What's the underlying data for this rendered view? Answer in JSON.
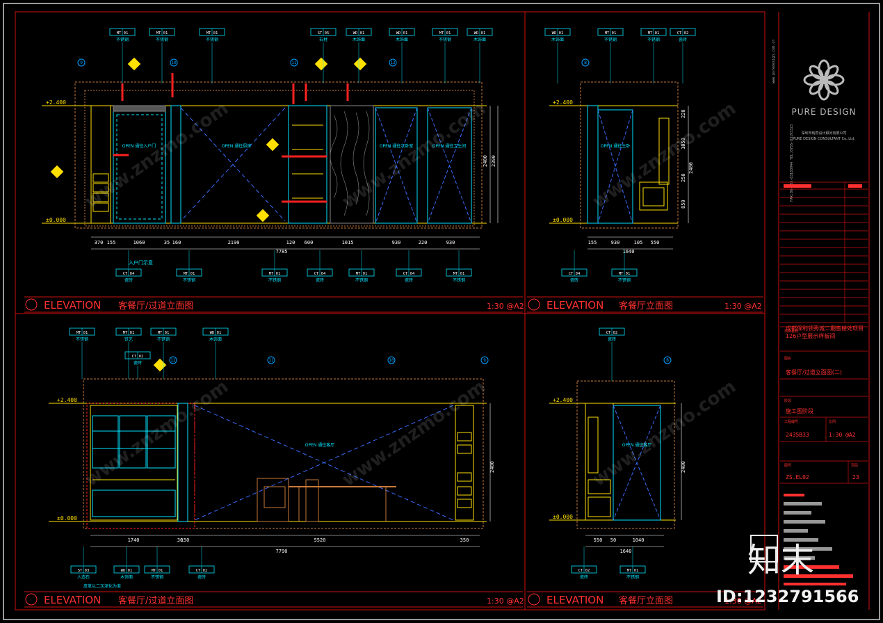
{
  "sheet": {
    "company_name": "PURE DESIGN",
    "company_cn": "深圳市纯然设计顾问有限公司",
    "company_en": "PURE DESIGN CONSULTANT Co.,Ltd.",
    "tel": "TEL:0755-83193323",
    "fax": "FAX:86-755-83183944",
    "web": "www.puredesign.com.cn",
    "project_cn": "成都保利领秀城二期售楼处项目",
    "project_sub": "126户型展示样板间",
    "drawing_title": "客餐厅/过道立面图(二)",
    "stage": "施工图阶段",
    "project_no": "2435B33",
    "scale": "1:30 @A2",
    "drawing_no": "ZS.EL02",
    "sheet_no": "23",
    "fields": [
      "项目名称",
      "图名",
      "阶段",
      "工程编号",
      "比例",
      "图号",
      "页码"
    ]
  },
  "elevations": [
    {
      "title_en": "ELEVATION",
      "title_cn": "客餐厅/过道立面图",
      "scale": "1:30 @A2"
    },
    {
      "title_en": "ELEVATION",
      "title_cn": "客餐厅立面图",
      "scale": "1:30 @A2"
    },
    {
      "title_en": "ELEVATION",
      "title_cn": "客餐厅/过道立面图",
      "scale": "1:30 @A2"
    },
    {
      "title_en": "ELEVATION",
      "title_cn": "客餐厅立面图",
      "scale": "1:30 @A2"
    }
  ],
  "levels": {
    "ceiling": "+2.400",
    "floor": "±0.000"
  },
  "v1": {
    "dims": [
      "370",
      "155",
      "1060",
      "35",
      "160",
      "2190",
      "120",
      "600",
      "1015",
      "930",
      "220",
      "930"
    ],
    "total": "7785",
    "heights": [
      "2400",
      "2390"
    ],
    "axes": [
      "9",
      "10",
      "11",
      "12"
    ],
    "tags_top": [
      [
        "MT 01",
        "不锈钢"
      ],
      [
        "MT 01",
        "不锈钢"
      ],
      [
        "MT 01",
        "不锈钢"
      ],
      [
        "ST 05",
        "石材"
      ],
      [
        "WD 01",
        "木饰面"
      ],
      [
        "WD 01",
        "木饰面"
      ],
      [
        "MT 01",
        "不锈钢"
      ],
      [
        "WD 01",
        "木饰面"
      ]
    ],
    "tags_bottom": [
      [
        "CT 04",
        "瓷砖"
      ],
      [
        "MT 01",
        "不锈钢"
      ],
      [
        "MT 01",
        "不锈钢"
      ],
      [
        "CT 04",
        "瓷砖"
      ],
      [
        "MT 01",
        "不锈钢"
      ],
      [
        "CT 04",
        "瓷砖"
      ],
      [
        "MT 01",
        "不锈钢"
      ]
    ],
    "note": "入户门示意",
    "open_labels": [
      "OPEN 通往入户门",
      "OPEN 通往厨房",
      "OPEN 通往次卧室",
      "OPEN 通往卫生间"
    ]
  },
  "v2": {
    "dims": [
      "155",
      "930",
      "105",
      "550"
    ],
    "total": "1640",
    "heights": [
      "220",
      "1050",
      "2400",
      "250",
      "850"
    ],
    "axes": [
      "B"
    ],
    "tags_top": [
      [
        "WD 01",
        "木饰面"
      ],
      [
        "MT 01",
        "不锈钢"
      ],
      [
        "MT 01",
        "不锈钢"
      ],
      [
        "CT 02",
        "瓷砖"
      ]
    ],
    "tags_bottom": [
      [
        "CT 04",
        "瓷砖"
      ],
      [
        "MT 01",
        "不锈钢"
      ]
    ],
    "open_labels": [
      "OPEN 通往主卧"
    ]
  },
  "v3": {
    "dims": [
      "1740",
      "30",
      "150",
      "5520",
      "350"
    ],
    "total": "7790",
    "height": "2400",
    "axes": [
      "12",
      "11",
      "10",
      "9"
    ],
    "tags_top": [
      [
        "MT 01",
        "不锈钢"
      ],
      [
        "MT 01",
        "铁艺"
      ],
      [
        "MT 01",
        "不锈钢"
      ],
      [
        "WD 01",
        "木饰面"
      ],
      [
        "CT 02",
        "瓷砖"
      ]
    ],
    "tags_bottom": [
      [
        "ST 03",
        "人造石"
      ],
      [
        "WD 01",
        "木饰面"
      ],
      [
        "MT 01",
        "不锈钢"
      ],
      [
        "CT 02",
        "瓷砖"
      ]
    ],
    "note": "皮革以二次深化为准",
    "open_labels": [
      "OPEN 通往客厅"
    ]
  },
  "v4": {
    "dims": [
      "550",
      "50",
      "1040"
    ],
    "total": "1640",
    "height": "2400",
    "axes": [
      "B"
    ],
    "tags_top": [
      [
        "CT 02",
        "瓷砖"
      ]
    ],
    "tags_bottom": [
      [
        "CT 02",
        "瓷砖"
      ],
      [
        "MT 01",
        "不锈钢"
      ]
    ],
    "open_labels": [
      "OPEN 通往客厅"
    ]
  },
  "watermark": {
    "brand": "知末",
    "id": "ID:1232791566",
    "site": "www.znzmo.com"
  },
  "colors": {
    "frame": "#ff2020",
    "cyan": "#00e5ff",
    "yellow": "#ffe000",
    "blue": "#3a6cff",
    "orange": "#c87a3a"
  }
}
